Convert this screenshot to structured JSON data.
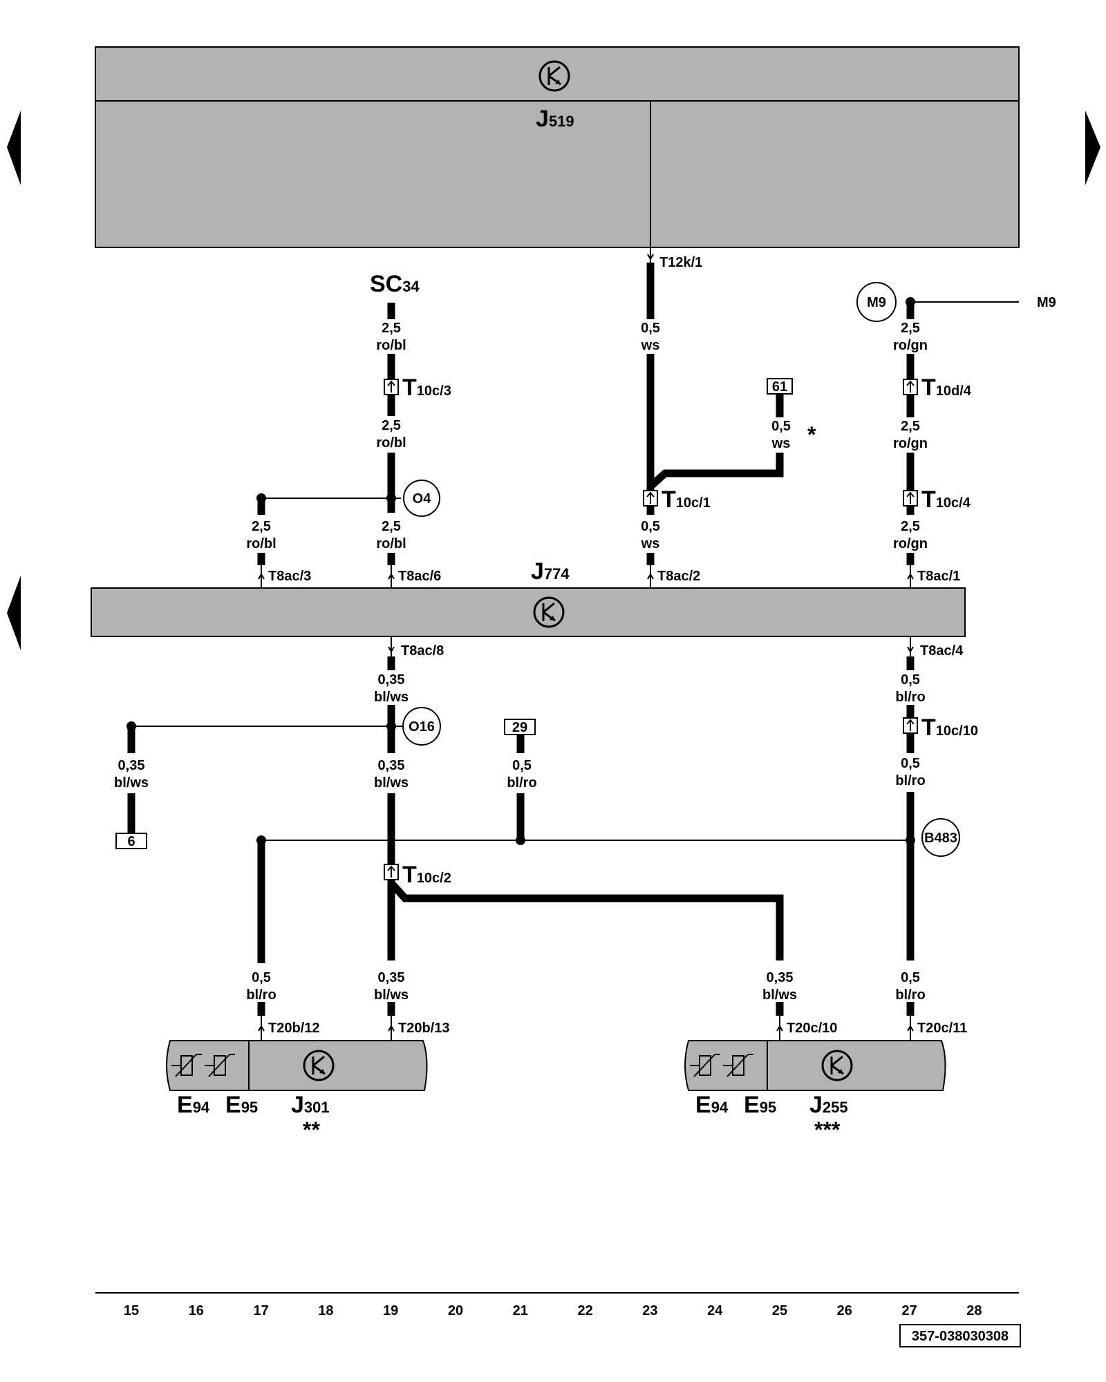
{
  "components": {
    "J519": {
      "letter": "J",
      "number": "519"
    },
    "J774": {
      "letter": "J",
      "number": "774"
    },
    "J301": {
      "letter": "J",
      "number": "301",
      "note": "**"
    },
    "J255": {
      "letter": "J",
      "number": "255",
      "note": "***"
    },
    "E94": {
      "letter": "E",
      "number": "94"
    },
    "E95": {
      "letter": "E",
      "number": "95"
    },
    "SC34": {
      "letter": "SC",
      "number": "34"
    }
  },
  "connectors": {
    "t12k_1": "T12k/1",
    "t8ac_3": "T8ac/3",
    "t8ac_6": "T8ac/6",
    "t8ac_2": "T8ac/2",
    "t8ac_1": "T8ac/1",
    "t8ac_8": "T8ac/8",
    "t8ac_4": "T8ac/4",
    "t20b_12": "T20b/12",
    "t20b_13": "T20b/13",
    "t20c_10": "T20c/10",
    "t20c_11": "T20c/11"
  },
  "inline_connectors": {
    "t10c_3": {
      "letter": "T",
      "sub": "10c/3"
    },
    "t10d_4": {
      "letter": "T",
      "sub": "10d/4"
    },
    "t10c_1": {
      "letter": "T",
      "sub": "10c/1"
    },
    "t10c_4": {
      "letter": "T",
      "sub": "10c/4"
    },
    "t10c_10": {
      "letter": "T",
      "sub": "10c/10"
    },
    "t10c_2": {
      "letter": "T",
      "sub": "10c/2"
    }
  },
  "wires": {
    "w_sc34_a": {
      "size": "2,5",
      "color": "ro/bl"
    },
    "w_sc34_b": {
      "size": "2,5",
      "color": "ro/bl"
    },
    "w_t8ac6": {
      "size": "2,5",
      "color": "ro/bl"
    },
    "w_t8ac3": {
      "size": "2,5",
      "color": "ro/bl"
    },
    "w_t12k": {
      "size": "0,5",
      "color": "ws"
    },
    "w_61": {
      "size": "0,5",
      "color": "ws"
    },
    "w_t8ac2": {
      "size": "0,5",
      "color": "ws"
    },
    "w_m9_a": {
      "size": "2,5",
      "color": "ro/gn"
    },
    "w_m9_b": {
      "size": "2,5",
      "color": "ro/gn"
    },
    "w_t8ac1": {
      "size": "2,5",
      "color": "ro/gn"
    },
    "w_t8ac8": {
      "size": "0,35",
      "color": "bl/ws"
    },
    "w_o16_left": {
      "size": "0,35",
      "color": "bl/ws"
    },
    "w_o16_down": {
      "size": "0,35",
      "color": "bl/ws"
    },
    "w_29": {
      "size": "0,5",
      "color": "bl/ro"
    },
    "w_t8ac4": {
      "size": "0,5",
      "color": "bl/ro"
    },
    "w_t10c10": {
      "size": "0,5",
      "color": "bl/ro"
    },
    "w_t20b12": {
      "size": "0,5",
      "color": "bl/ro"
    },
    "w_t20b13": {
      "size": "0,35",
      "color": "bl/ws"
    },
    "w_t20c10": {
      "size": "0,35",
      "color": "bl/ws"
    },
    "w_t20c11": {
      "size": "0,5",
      "color": "bl/ro"
    }
  },
  "nodes": {
    "o4": "O4",
    "o16": "O16",
    "m9": "M9",
    "m9_ref": "M9",
    "b483": "B483"
  },
  "refs": {
    "r61": "61",
    "r29": "29",
    "r6": "6"
  },
  "asterisk": "*",
  "columns": [
    "15",
    "16",
    "17",
    "18",
    "19",
    "20",
    "21",
    "22",
    "23",
    "24",
    "25",
    "26",
    "27",
    "28"
  ],
  "drawing_id": "357-038030308"
}
